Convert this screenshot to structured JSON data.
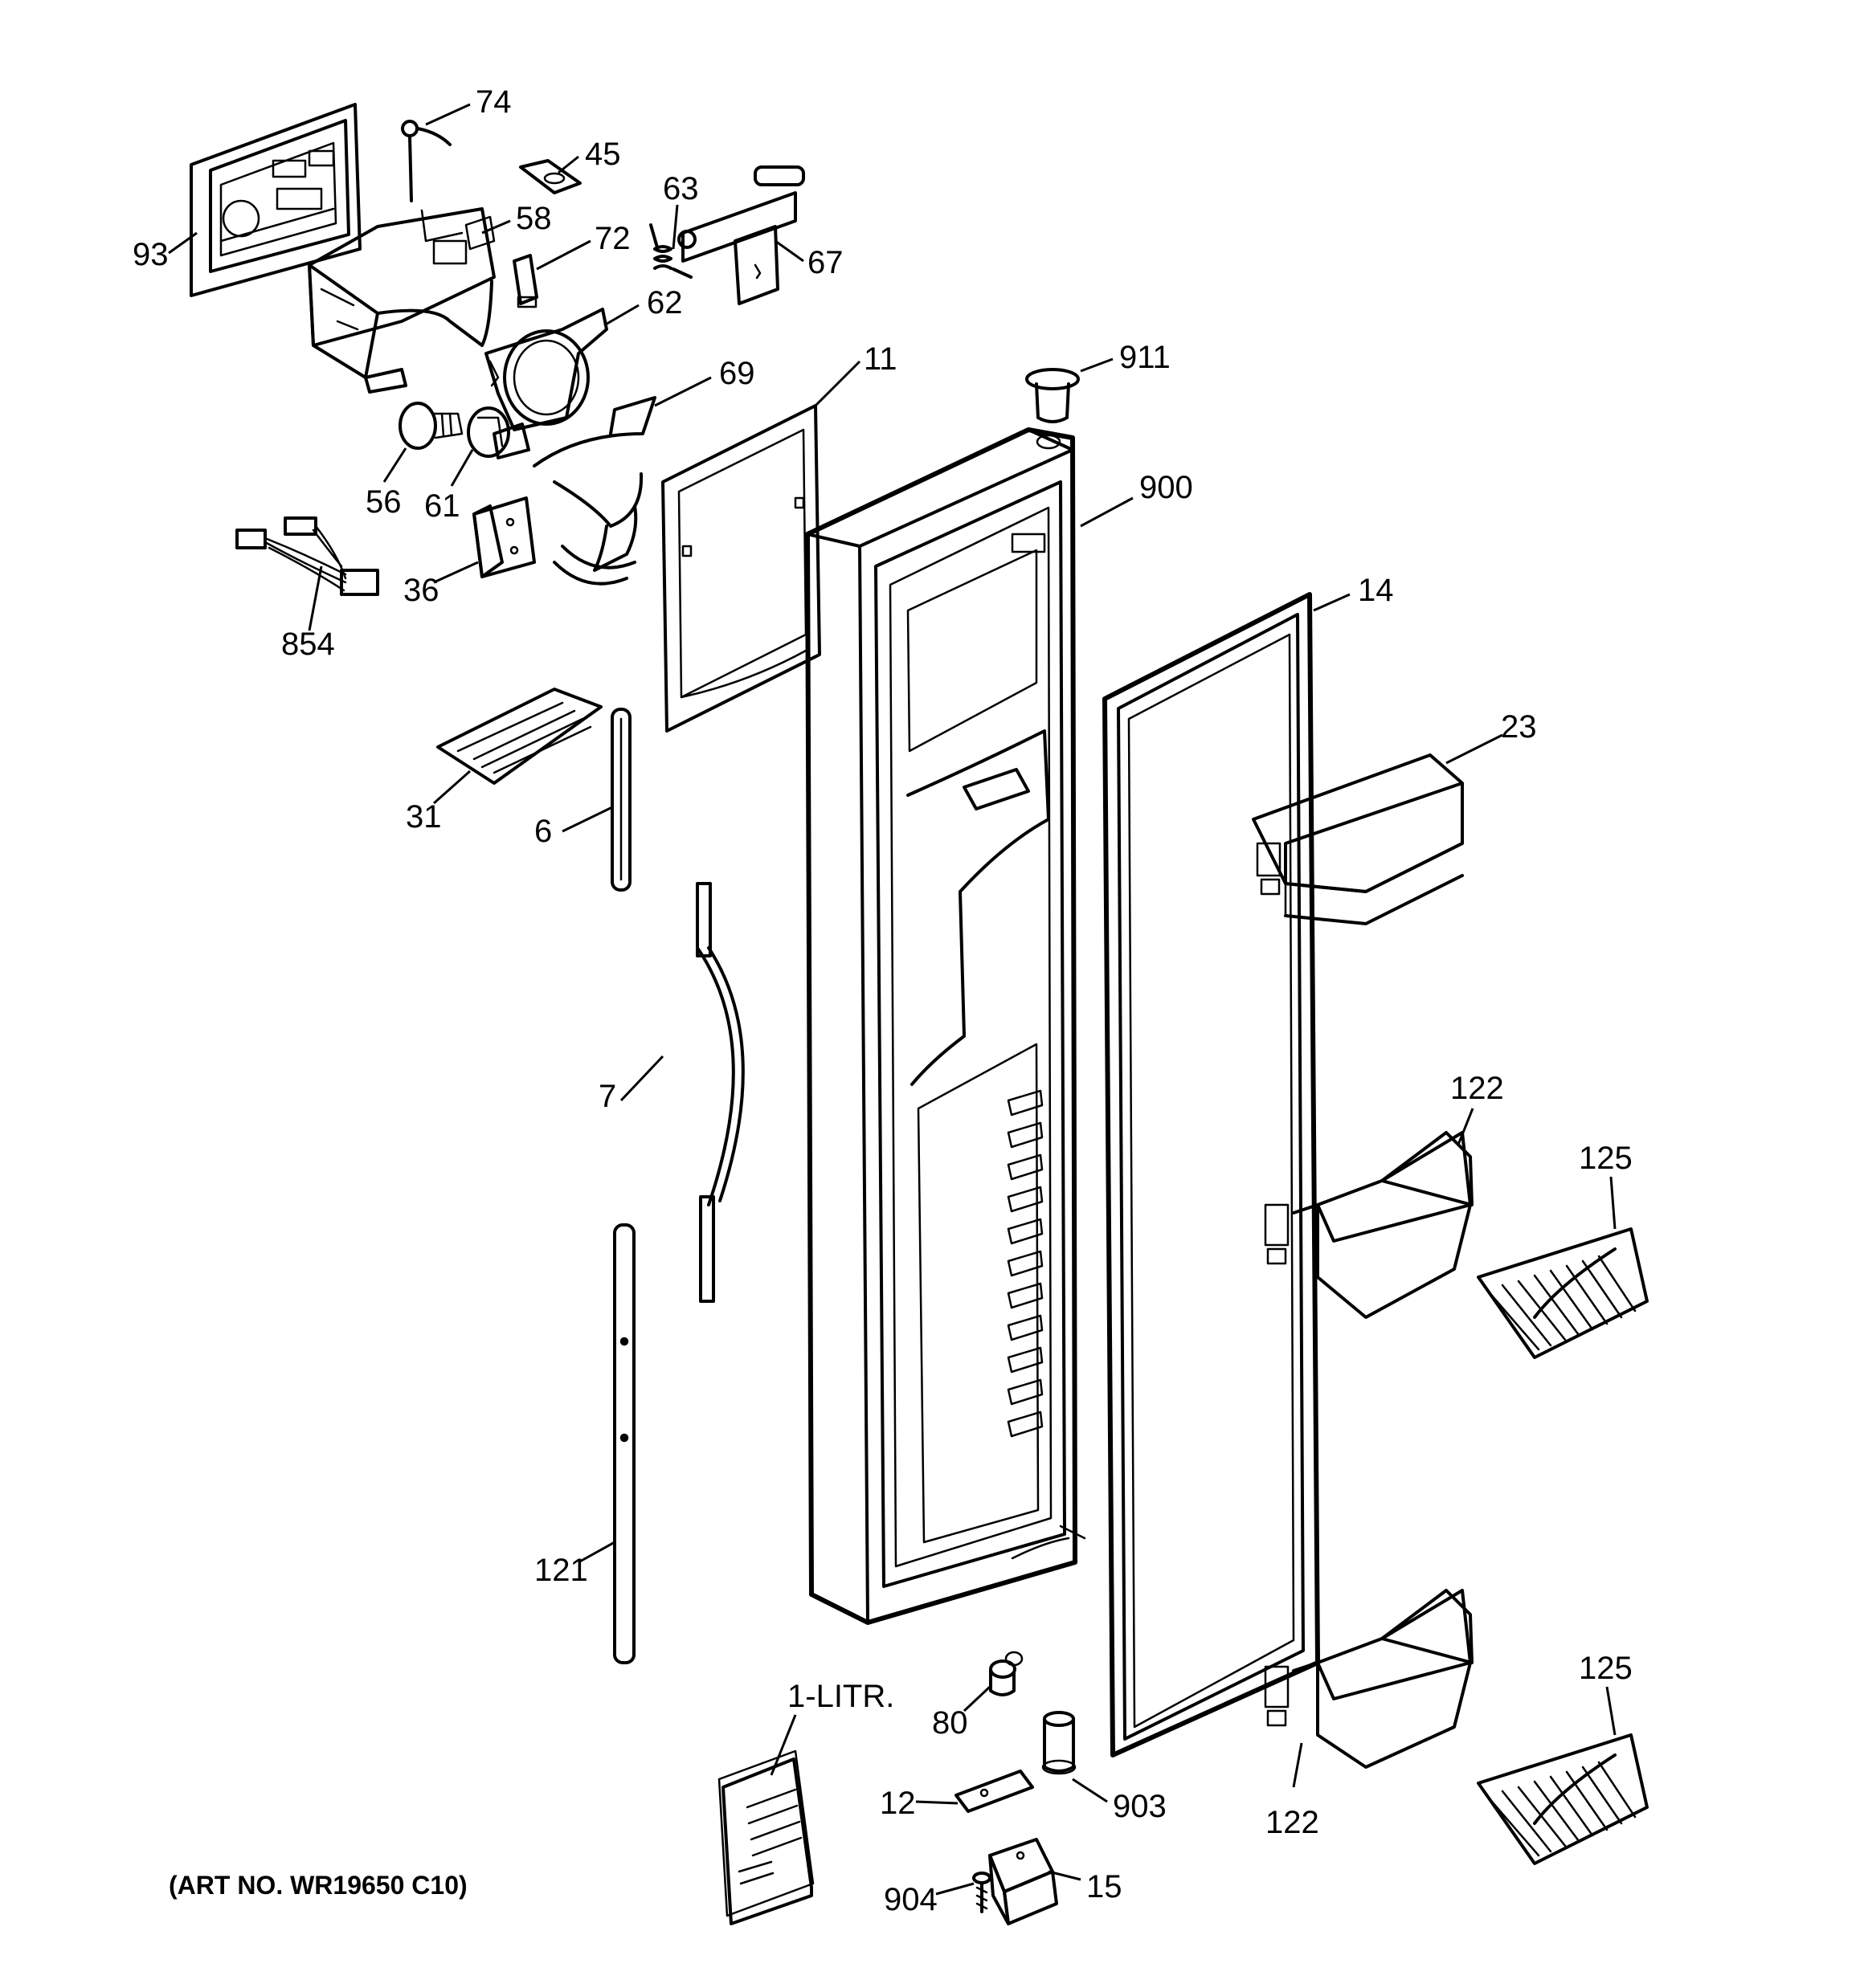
{
  "callouts": {
    "c74": "74",
    "c45": "45",
    "c63": "63",
    "c93": "93",
    "c58": "58",
    "c72": "72",
    "c67": "67",
    "c62": "62",
    "c69": "69",
    "c11": "11",
    "c911": "911",
    "c56": "56",
    "c61": "61",
    "c900": "900",
    "c36": "36",
    "c854": "854",
    "c14": "14",
    "c23": "23",
    "c31": "31",
    "c6": "6",
    "c7": "7",
    "c122a": "122",
    "c125a": "125",
    "c121": "121",
    "c1litr": "1-LITR.",
    "c80": "80",
    "c125b": "125",
    "c12": "12",
    "c903": "903",
    "c122b": "122",
    "c904": "904",
    "c15": "15"
  },
  "art_number": "(ART NO. WR19650 C10)"
}
